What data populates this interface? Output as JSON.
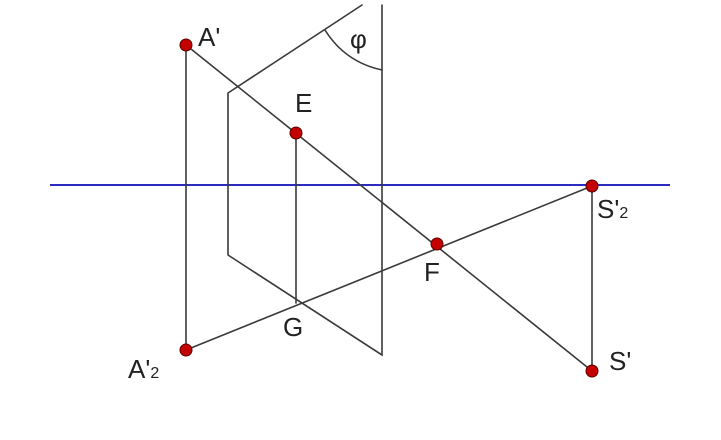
{
  "diagram": {
    "angle_label": "φ",
    "points": {
      "A_prime": "A'",
      "E": "E",
      "F": "F",
      "G": "G",
      "S_prime": "S'",
      "A_prime_2": "A'",
      "A_prime_2_sub": "2",
      "S_prime_2": "S'",
      "S_prime_2_sub": "2"
    },
    "colors": {
      "line": "#3a3a3a",
      "horizon_line": "#2b2bbf",
      "point_fill": "#c40000"
    }
  }
}
